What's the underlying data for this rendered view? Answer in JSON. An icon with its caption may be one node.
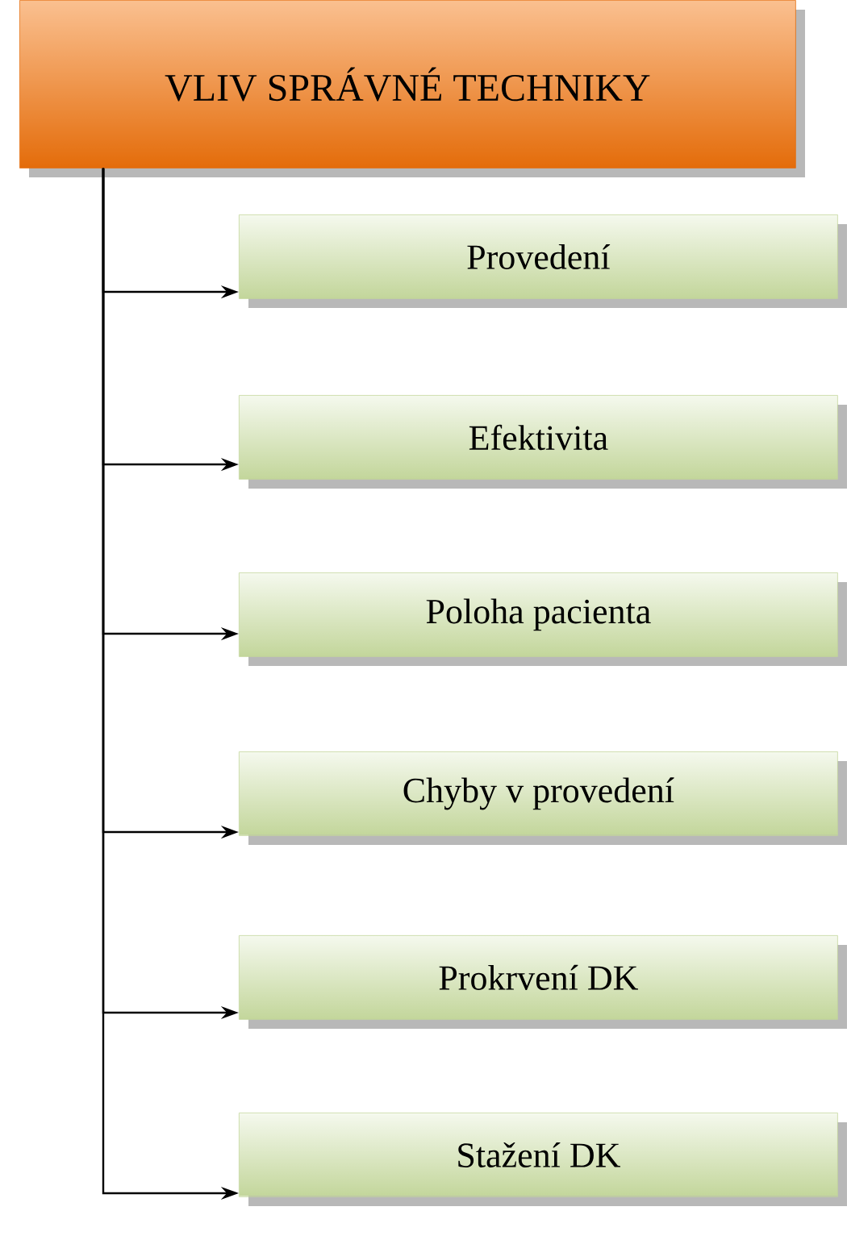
{
  "diagram": {
    "nodes": [
      {
        "text": [
          "VLIV SPRÁVNÉ TECHNIKY"
        ]
      },
      {
        "text": [
          "Provedení"
        ]
      },
      {
        "text": [
          "Efektivita"
        ]
      },
      {
        "text": [
          "Poloha pacienta"
        ]
      },
      {
        "text": [
          "Chyby v provedení"
        ]
      },
      {
        "text": [
          "Prokrvení DK"
        ]
      },
      {
        "text": [
          "Stažení DK"
        ]
      }
    ],
    "edges": [
      {
        "from": 0,
        "to": 1,
        "arrow": "to"
      },
      {
        "from": 0,
        "to": 2,
        "arrow": "to"
      },
      {
        "from": 0,
        "to": 3,
        "arrow": "to"
      },
      {
        "from": 0,
        "to": 4,
        "arrow": "to"
      },
      {
        "from": 0,
        "to": 5,
        "arrow": "to"
      },
      {
        "from": 0,
        "to": 6,
        "arrow": "to"
      }
    ]
  }
}
